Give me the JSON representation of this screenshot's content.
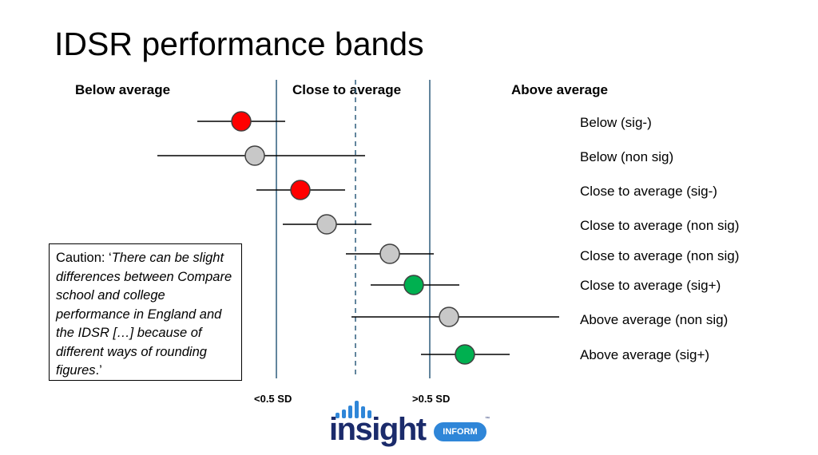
{
  "title": "IDSR performance bands",
  "bands": {
    "below": "Below average",
    "close": "Close to average",
    "above": "Above average"
  },
  "thresholds": {
    "lower_label": "<0.5 SD",
    "upper_label": ">0.5 SD"
  },
  "colors": {
    "sig_negative": "#ff0000",
    "non_sig": "#c8c8c8",
    "sig_positive": "#00b050",
    "threshold_line": "#2e5d7d"
  },
  "rows": [
    {
      "label": "Below (sig-)",
      "estimate": 302,
      "low": 247,
      "high": 357,
      "status": "sig_negative"
    },
    {
      "label": "Below (non sig)",
      "estimate": 319,
      "low": 197,
      "high": 457,
      "status": "non_sig"
    },
    {
      "label": "Close to average (sig-)",
      "estimate": 376,
      "low": 321,
      "high": 432,
      "status": "sig_negative"
    },
    {
      "label": "Close to average (non sig)",
      "estimate": 409,
      "low": 354,
      "high": 465,
      "status": "non_sig"
    },
    {
      "label": "Close to average (non sig)",
      "estimate": 488,
      "low": 433,
      "high": 543,
      "status": "non_sig"
    },
    {
      "label": "Close to average (sig+)",
      "estimate": 518,
      "low": 464,
      "high": 575,
      "status": "sig_positive"
    },
    {
      "label": "Above average (non sig)",
      "estimate": 562,
      "low": 440,
      "high": 700,
      "status": "non_sig"
    },
    {
      "label": "Above average (sig+)",
      "estimate": 582,
      "low": 527,
      "high": 638,
      "status": "sig_positive"
    }
  ],
  "threshold_values": {
    "lower": 346,
    "mean": 445,
    "upper": 538
  },
  "caution": {
    "prefix": "Caution: ‘",
    "quote": "There can be slight differences between Compare school and college performance in England and the IDSR […] because of different ways of rounding figures",
    "suffix": ".’"
  },
  "logo": {
    "word": "insight",
    "badge": "INFORM",
    "tm": "™"
  }
}
